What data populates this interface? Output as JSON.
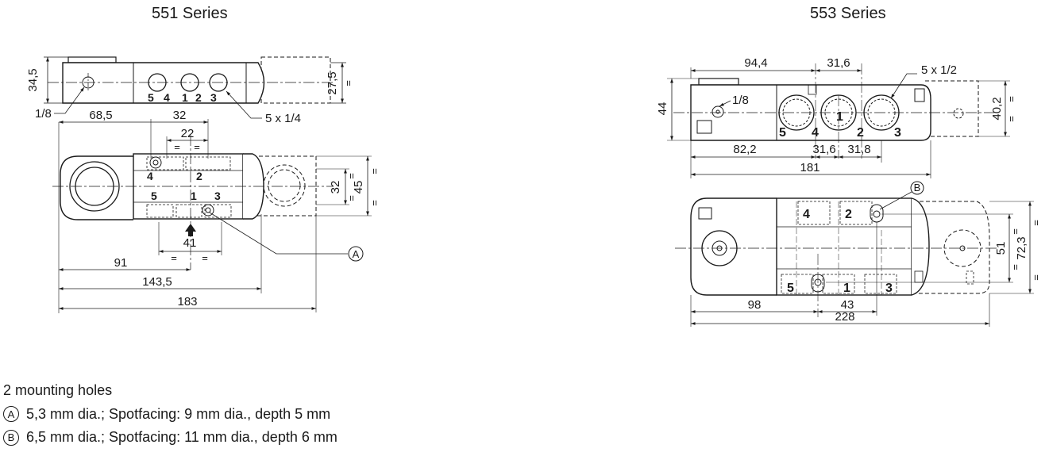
{
  "titles": {
    "s551": "551 Series",
    "s553": "553 Series"
  },
  "s551": {
    "dims": {
      "h": "34,5",
      "h_dash": "27,5",
      "port_small": "1/8",
      "ports_main": "5 x 1/4",
      "d68": "68,5",
      "d32": "32",
      "d22": "22",
      "d41": "41",
      "d91": "91",
      "d143": "143,5",
      "d183": "183",
      "v32": "32",
      "v45": "45"
    },
    "ports_top": [
      "5",
      "4",
      "1",
      "2",
      "3"
    ],
    "ports_plan_upper": [
      "4",
      "2"
    ],
    "ports_plan_lower": [
      "5",
      "1",
      "3"
    ],
    "callout": "A"
  },
  "s553": {
    "dims": {
      "d94": "94,4",
      "d31a": "31,6",
      "ports_main": "5 x 1/2",
      "port_small": "1/8",
      "h44": "44",
      "h40": "40,2",
      "d82": "82,2",
      "d31b": "31,6",
      "d31c": "31,8",
      "d181": "181",
      "d51": "51",
      "d72": "72,3",
      "d98": "98",
      "d43": "43",
      "d228": "228"
    },
    "ports_top": [
      "5",
      "4",
      "1",
      "2",
      "3"
    ],
    "ports_plan_upper": [
      "4",
      "2"
    ],
    "ports_plan_lower": [
      "5",
      "1",
      "3"
    ],
    "callout": "B"
  },
  "eq_mark": "=",
  "notes": {
    "heading": "2 mounting holes",
    "items": [
      {
        "marker": "A",
        "text": "5,3 mm dia.; Spotfacing: 9 mm dia., depth 5 mm"
      },
      {
        "marker": "B",
        "text": "6,5 mm dia.; Spotfacing: 11 mm dia., depth 6 mm"
      }
    ]
  }
}
